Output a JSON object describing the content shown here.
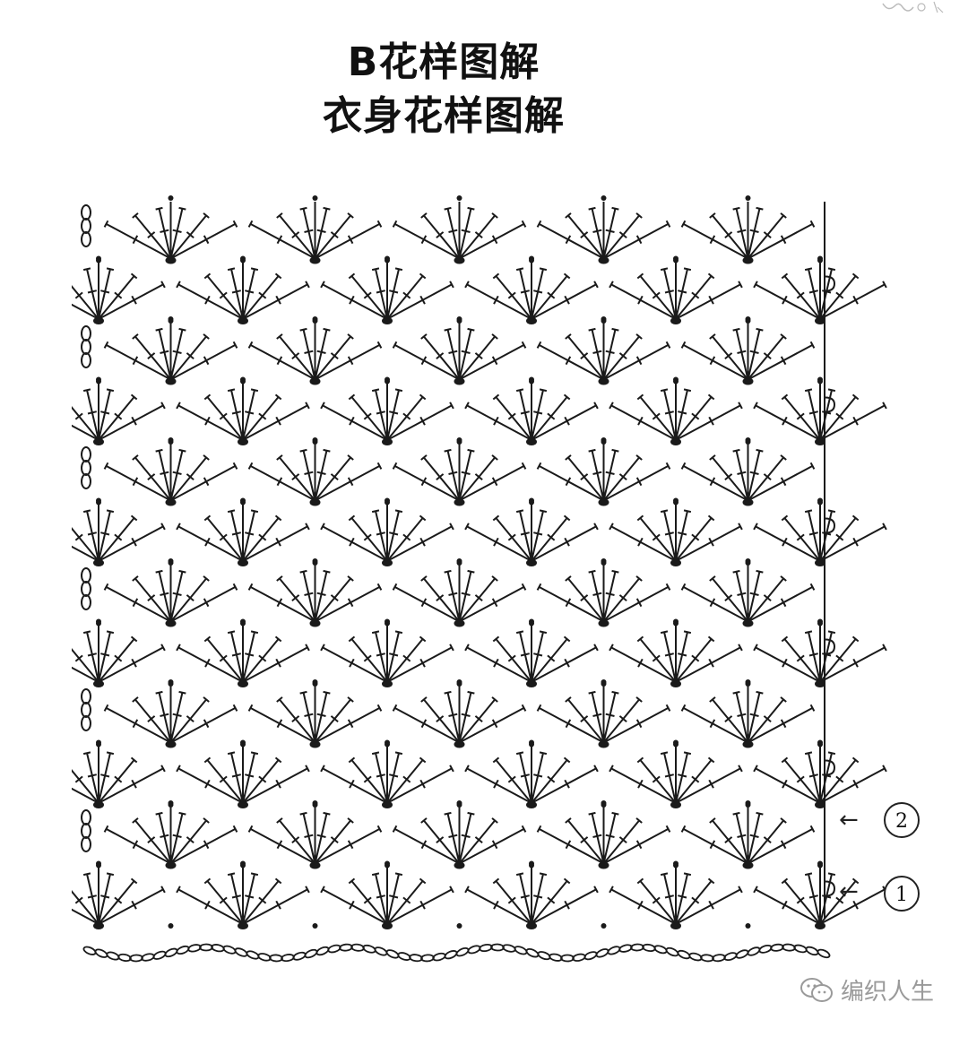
{
  "titles": {
    "line1": "B花样图解",
    "line2": "衣身花样图解"
  },
  "row_markers": {
    "row2": "2",
    "row1": "1"
  },
  "watermark": {
    "text": "编织人生",
    "icon": "wechat-icon"
  },
  "colors": {
    "ink": "#1a1a1a",
    "background": "#ffffff",
    "watermark": "#9a9a9a"
  },
  "pattern": {
    "stitch_repeat": "shell-fan",
    "fan_rows": 12,
    "fans_per_row": 5
  }
}
